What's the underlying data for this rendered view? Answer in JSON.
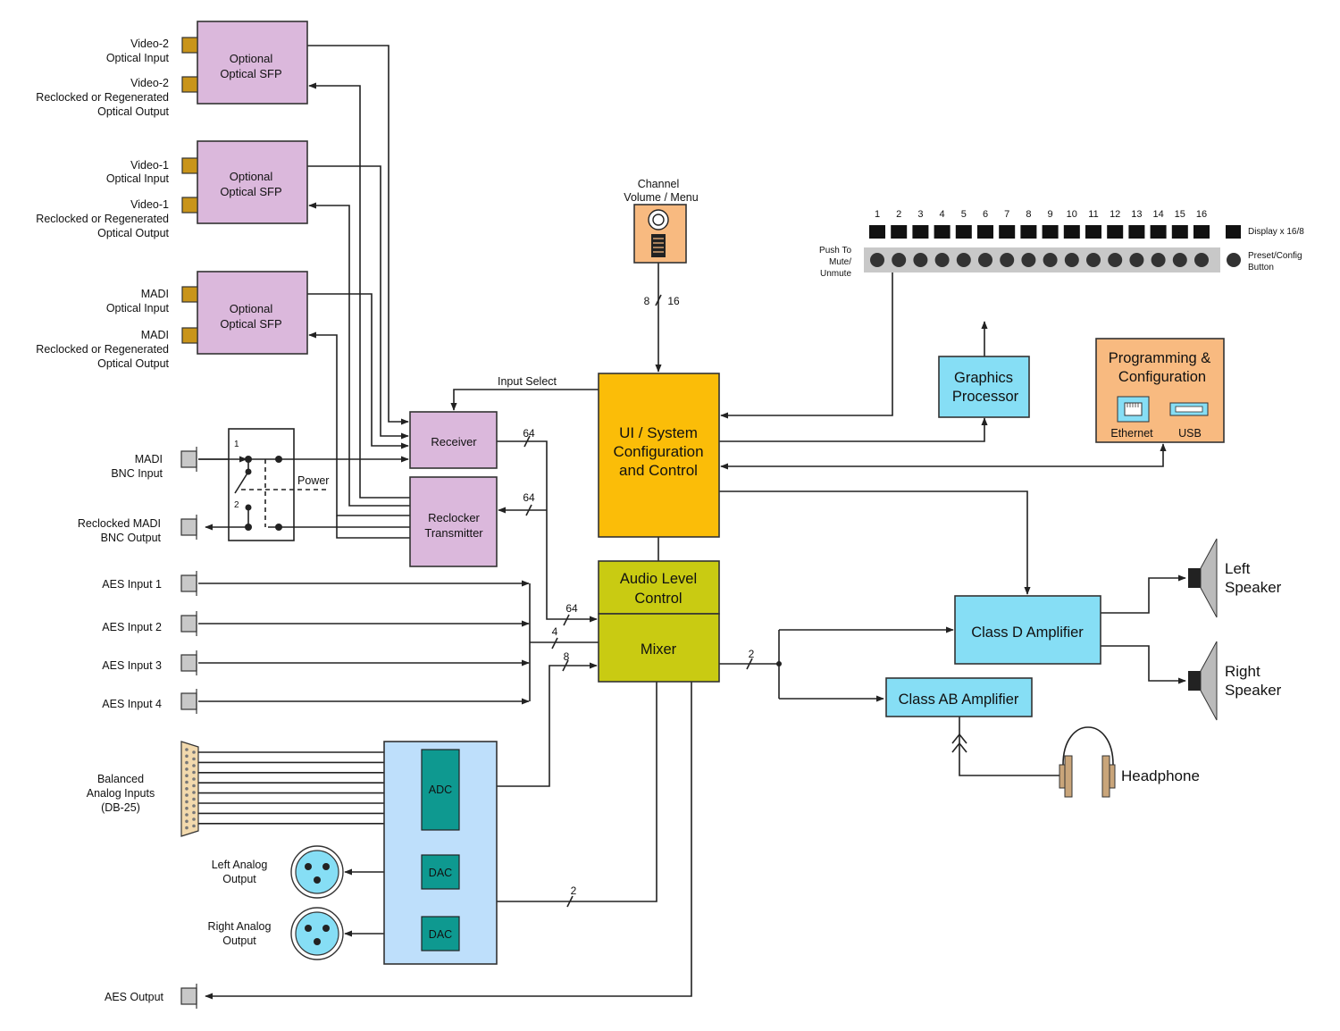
{
  "colors": {
    "sfp": "#dbb8dc",
    "receiver": "#dbb8dc",
    "ui": "#fbbd08",
    "audio_level": "#c9cb12",
    "mixer": "#c9cb12",
    "amp": "#86def5",
    "prog": "#f8ba80",
    "channel": "#f8ba80",
    "converter_box": "#bedffb",
    "converter": "#0e9990",
    "connector": "#c9941a",
    "db25": "#f2d9ad"
  },
  "sfp": [
    {
      "line1": "Optional",
      "line2": "Optical SFP",
      "in_label": [
        "Video-2",
        "Optical Input"
      ],
      "out_label": [
        "Video-2",
        "Reclocked or Regenerated",
        "Optical Output"
      ]
    },
    {
      "line1": "Optional",
      "line2": "Optical SFP",
      "in_label": [
        "Video-1",
        "Optical Input"
      ],
      "out_label": [
        "Video-1",
        "Reclocked or Regenerated",
        "Optical Output"
      ]
    },
    {
      "line1": "Optional",
      "line2": "Optical SFP",
      "in_label": [
        "MADI",
        "Optical Input"
      ],
      "out_label": [
        "MADI",
        "Reclocked or Regenerated",
        "Optical Output"
      ]
    }
  ],
  "madi_bnc": {
    "input": [
      "MADI",
      "BNC Input"
    ],
    "output": [
      "Reclocked MADI",
      "BNC Output"
    ]
  },
  "relay": {
    "pos1": "1",
    "pos2": "2",
    "power": "Power"
  },
  "receiver": {
    "label": "Receiver"
  },
  "reclocker": {
    "line1": "Reclocker",
    "line2": "Transmitter"
  },
  "input_select": "Input Select",
  "bus": {
    "rx64": "64",
    "tx64": "64",
    "mix64": "64",
    "mix4": "4",
    "mix8": "8",
    "out2": "2",
    "dac2": "2",
    "ch_a": "8",
    "ch_b": "16"
  },
  "channel": {
    "line1": "Channel",
    "line2": "Volume / Menu"
  },
  "ui": {
    "line1": "UI / System",
    "line2": "Configuration",
    "line3": "and Control"
  },
  "audio_level": {
    "line1": "Audio Level",
    "line2": "Control"
  },
  "mixer": {
    "label": "Mixer"
  },
  "aes_inputs": [
    "AES Input 1",
    "AES Input 2",
    "AES Input 3",
    "AES Input 4"
  ],
  "analog_in": [
    "Balanced",
    "Analog Inputs",
    "(DB-25)"
  ],
  "adc": "ADC",
  "dac": "DAC",
  "left_out": [
    "Left Analog",
    "Output"
  ],
  "right_out": [
    "Right Analog",
    "Output"
  ],
  "aes_out": "AES Output",
  "panel": {
    "numbers": [
      "1",
      "2",
      "3",
      "4",
      "5",
      "6",
      "7",
      "8",
      "9",
      "10",
      "11",
      "12",
      "13",
      "14",
      "15",
      "16"
    ],
    "display_label": "Display x 16/8",
    "push_label": [
      "Push To",
      "Mute/",
      "Unmute"
    ],
    "preset_label": [
      "Preset/Config",
      "Button"
    ]
  },
  "graphics": {
    "line1": "Graphics",
    "line2": "Processor"
  },
  "prog": {
    "line1": "Programming &",
    "line2": "Configuration",
    "ethernet": "Ethernet",
    "usb": "USB"
  },
  "class_d": "Class D Amplifier",
  "class_ab": "Class AB Amplifier",
  "left_speaker": [
    "Left",
    "Speaker"
  ],
  "right_speaker": [
    "Right",
    "Speaker"
  ],
  "headphone": "Headphone"
}
